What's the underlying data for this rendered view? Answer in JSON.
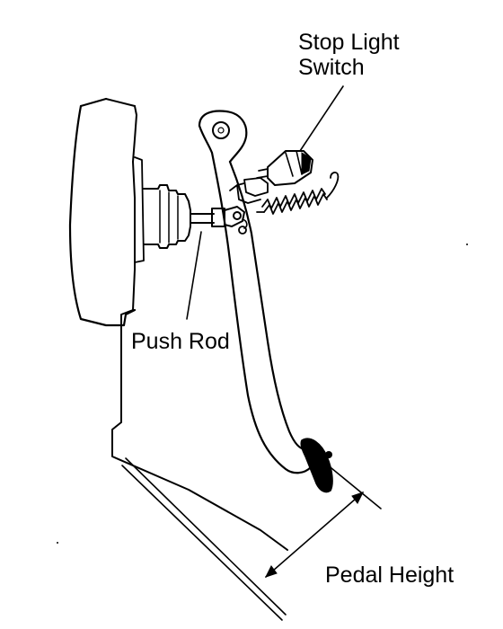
{
  "labels": {
    "stop_light_switch_line1": "Stop Light",
    "stop_light_switch_line2": "Switch",
    "push_rod": "Push Rod",
    "pedal_height": "Pedal Height"
  },
  "colors": {
    "ink": "#000000",
    "background": "#ffffff"
  }
}
